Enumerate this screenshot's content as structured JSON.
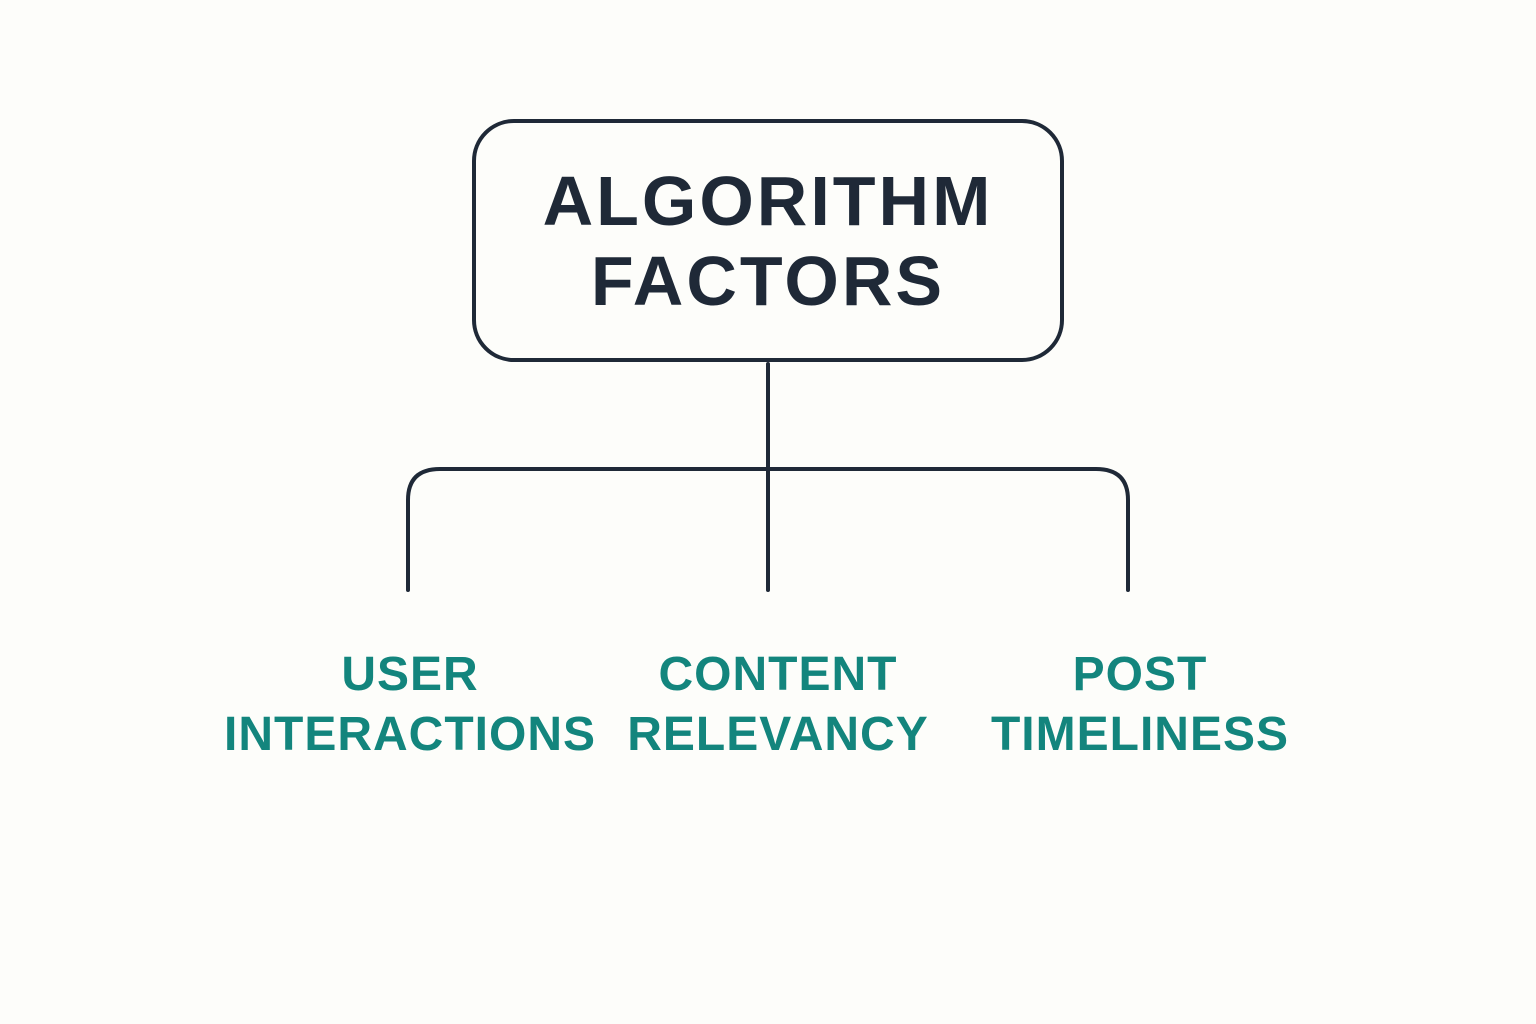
{
  "diagram": {
    "root": {
      "lines": [
        "ALGORITHM",
        "FACTORS"
      ]
    },
    "children": [
      {
        "lines": [
          "USER",
          "INTERACTIONS"
        ]
      },
      {
        "lines": [
          "CONTENT",
          "RELEVANCY"
        ]
      },
      {
        "lines": [
          "POST",
          "TIMELINESS"
        ]
      }
    ]
  },
  "colors": {
    "line": "#1f2937",
    "root_text": "#1f2937",
    "child_text": "#13857d",
    "background": "#fdfdfa"
  }
}
